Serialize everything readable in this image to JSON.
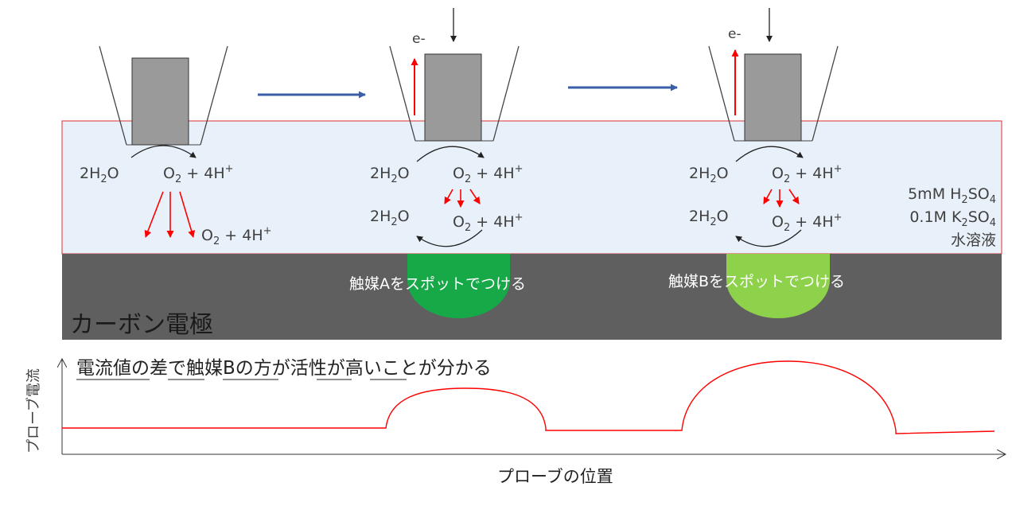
{
  "reaction": {
    "water": "2H",
    "water_sub": "2",
    "water_tail": "O",
    "oxygen": "O",
    "oxygen_sub": "2",
    "protons_main": " + 4H",
    "protons_sup": "+"
  },
  "electron_label": "e-",
  "solution": {
    "line1_main": "5mM H",
    "line1_sub1": "2",
    "line1_mid": "SO",
    "line1_sub2": "4",
    "line2_main": "0.1M K",
    "line2_sub1": "2",
    "line2_mid": "SO",
    "line2_sub2": "4",
    "line3": "水溶液"
  },
  "electrode_label": "カーボン電極",
  "catalyst_a_label": "触媒Aをスポットでつける",
  "catalyst_b_label": "触媒Bをスポットでつける",
  "conclusion": "電流値の差で触媒Bの方が活性が高いことが分かる",
  "y_axis_label": "プローブ電流",
  "x_axis_label": "プローブの位置",
  "colors": {
    "solution": "#E8F1FA",
    "electrode": "#5F5F5F",
    "catalyst_a": "#17A848",
    "catalyst_b": "#8ED14B",
    "arrow_blue": "#3A5FA8",
    "red": "#FF0000",
    "text": "#404040"
  }
}
